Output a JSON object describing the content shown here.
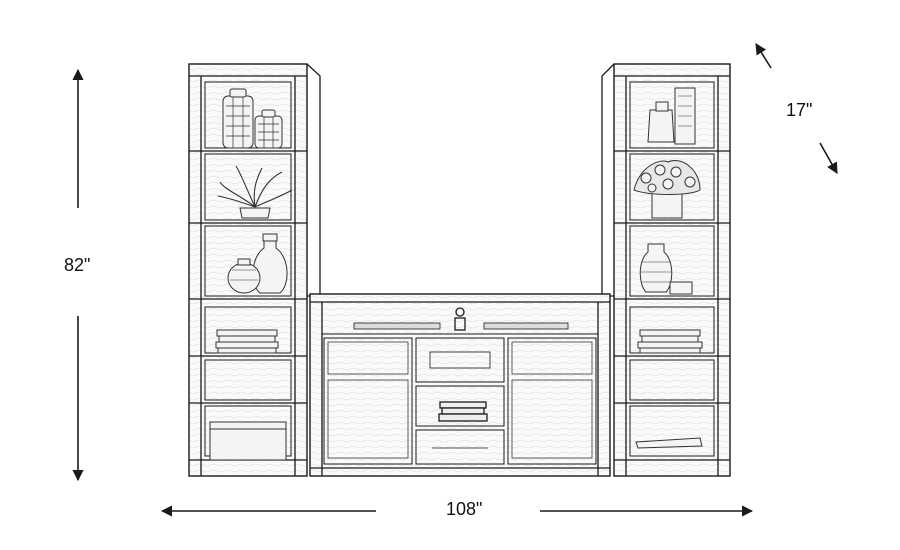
{
  "dimensions": {
    "height": "82\"",
    "depth": "17\"",
    "width": "108\""
  },
  "colors": {
    "line": "#1a1a1a",
    "sketch": "#555555",
    "background": "#ffffff"
  }
}
